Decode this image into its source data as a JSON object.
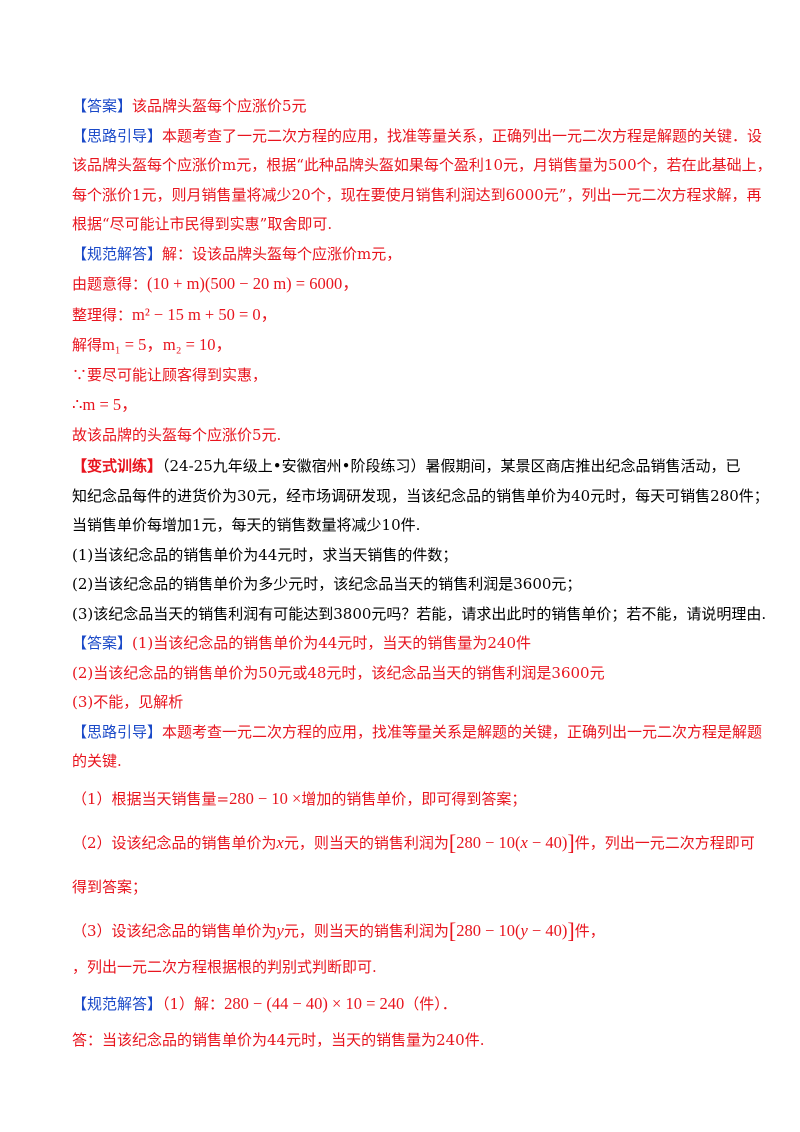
{
  "answer1": {
    "tag": "【答案】",
    "text": "该品牌头盔每个应涨价5元"
  },
  "hint1": {
    "tag": "【思路引导】",
    "line1": "本题考查了一元二次方程的应用，找准等量关系，正确列出一元二次方程是解题的关键．设",
    "line2": "该品牌头盔每个应涨价m元，根据“此种品牌头盔如果每个盈利10元，月销售量为500个，若在此基础上，",
    "line3": "每个涨价1元，则月销售量将减少20个，现在要使月销售利润达到6000元”，列出一元二次方程求解，再",
    "line4": "根据“尽可能让市民得到实惠”取舍即可."
  },
  "solution1": {
    "tag": "【规范解答】",
    "intro": "解：设该品牌头盔每个应涨价m元，",
    "eq_label": "由题意得：",
    "eq": "(10 + m)(500 − 20 m) = 6000，",
    "simp_label": "整理得：",
    "simp": "m² − 15 m + 50 = 0，",
    "roots_label": "解得",
    "roots": "m₁ = 5，m₂ = 10，",
    "because": "∵要尽可能让顾客得到实惠，",
    "therefore": "∴m = 5，",
    "conclusion": "故该品牌的头盔每个应涨价5元."
  },
  "variant": {
    "tag": "【变式训练】",
    "line1": "（24-25九年级上•安徽宿州•阶段练习）暑假期间，某景区商店推出纪念品销售活动，已",
    "line2": "知纪念品每件的进货价为30元，经市场调研发现，当该纪念品的销售单价为40元时，每天可销售280件；",
    "line3": "当销售单价每增加1元，每天的销售数量将减少10件.",
    "q1": "(1)当该纪念品的销售单价为44元时，求当天销售的件数；",
    "q2": "(2)当该纪念品的销售单价为多少元时，该纪念品当天的销售利润是3600元；",
    "q3": "(3)该纪念品当天的销售利润有可能达到3800元吗？若能，请求出此时的销售单价；若不能，请说明理由."
  },
  "answer2": {
    "tag": "【答案】",
    "a1": "(1)当该纪念品的销售单价为44元时，当天的销售量为240件",
    "a2": "(2)当该纪念品的销售单价为50元或48元时，该纪念品当天的销售利润是3600元",
    "a3": "(3)不能，见解析"
  },
  "hint2": {
    "tag": "【思路引导】",
    "line1": "本题考查一元二次方程的应用，找准等量关系是解题的关键，正确列出一元二次方程是解题",
    "line2": "的关键.",
    "p1_pre": "（1）根据当天销售量=",
    "p1_math": "280 − 10 ×",
    "p1_post": "增加的销售单价，即可得到答案；",
    "p2_pre": "（2）设该纪念品的销售单价为",
    "p2_var": "x",
    "p2_mid": "元，则当天的销售利润为",
    "p2_math_a": "280 − 10(",
    "p2_math_b": " − 40)",
    "p2_post": "件，列出一元二次方程即可",
    "p2_cont": "得到答案；",
    "p3_pre": "（3）设该纪念品的销售单价为",
    "p3_var": "y",
    "p3_mid": "元，则当天的销售利润为",
    "p3_math_a": "280 − 10(",
    "p3_math_b": " − 40)",
    "p3_post": "件，",
    "p3_cont": "，列出一元二次方程根据根的判别式判断即可."
  },
  "solution2": {
    "tag": "【规范解答】",
    "pre": "（1）解：",
    "math": "280 − (44 − 40) × 10 = 240",
    "post": "（件）．",
    "answer": "答：当该纪念品的销售单价为44元时，当天的销售量为240件."
  }
}
